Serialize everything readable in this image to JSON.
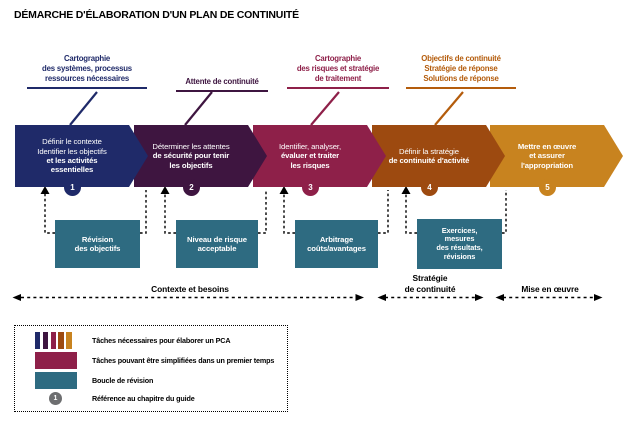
{
  "title": "DÉMARCHE D'ÉLABORATION D'UN PLAN DE CONTINUITÉ",
  "top_labels": [
    {
      "text": "Cartographie\ndes systèmes, processus\nressources nécessaires",
      "color": "#1f2a69"
    },
    {
      "text": "Attente de continuité",
      "color": "#3e1540"
    },
    {
      "text": "Cartographie\ndes risques et stratégie\nde traitement",
      "color": "#8e2049"
    },
    {
      "text": "Objectifs de continuité\nStratégie de réponse\nSolutions de réponse",
      "color": "#b45c0c"
    }
  ],
  "steps": [
    {
      "number": "1",
      "text_regular": "Définir le contexte\nIdentifier les objectifs",
      "text_bold": "et les activités\nessentielles",
      "color": "#1f2a69"
    },
    {
      "number": "2",
      "text_regular": "Déterminer les attentes",
      "text_bold": "de sécurité pour tenir\nles objectifs",
      "color": "#3e1540"
    },
    {
      "number": "3",
      "text_regular": "Identifier, analyser,",
      "text_bold": "évaluer et traiter\nles risques",
      "color": "#8e2049"
    },
    {
      "number": "4",
      "text_regular": "Définir la stratégie",
      "text_bold": "de continuité d'activité",
      "color": "#9d4a10"
    },
    {
      "number": "5",
      "text_regular": "",
      "text_bold": "Mettre en œuvre\net assurer\nl'appropriation",
      "color": "#c8831f"
    }
  ],
  "revision_boxes": [
    {
      "text": "Révision\ndes objectifs"
    },
    {
      "text": "Niveau de risque\nacceptable"
    },
    {
      "text": "Arbitrage\ncoûts/avantages"
    },
    {
      "text": "Exercices,\nmesures\ndes résultats,\nrévisions"
    }
  ],
  "phases": [
    {
      "label": "Contexte et besoins"
    },
    {
      "label": "Stratégie\nde continuité"
    },
    {
      "label": "Mise en œuvre"
    }
  ],
  "legend": {
    "items": [
      {
        "label": "Tâches nécessaires pour élaborer un PCA",
        "swatch": "striped"
      },
      {
        "label": "Tâches pouvant être simplifiées dans un premier temps",
        "swatch": "#8e2049"
      },
      {
        "label": "Boucle de révision",
        "swatch": "#2e6b81"
      },
      {
        "label": "Référence au chapitre du guide",
        "badge": "1"
      }
    ]
  },
  "colors": {
    "navy": "#1f2a69",
    "purple": "#3e1540",
    "crimson": "#8e2049",
    "rust": "#9d4a10",
    "gold": "#c8831f",
    "teal": "#2e6b81",
    "label_orange": "#b45c0c",
    "badge_gray": "#6d6e70",
    "text_black": "#000000"
  }
}
